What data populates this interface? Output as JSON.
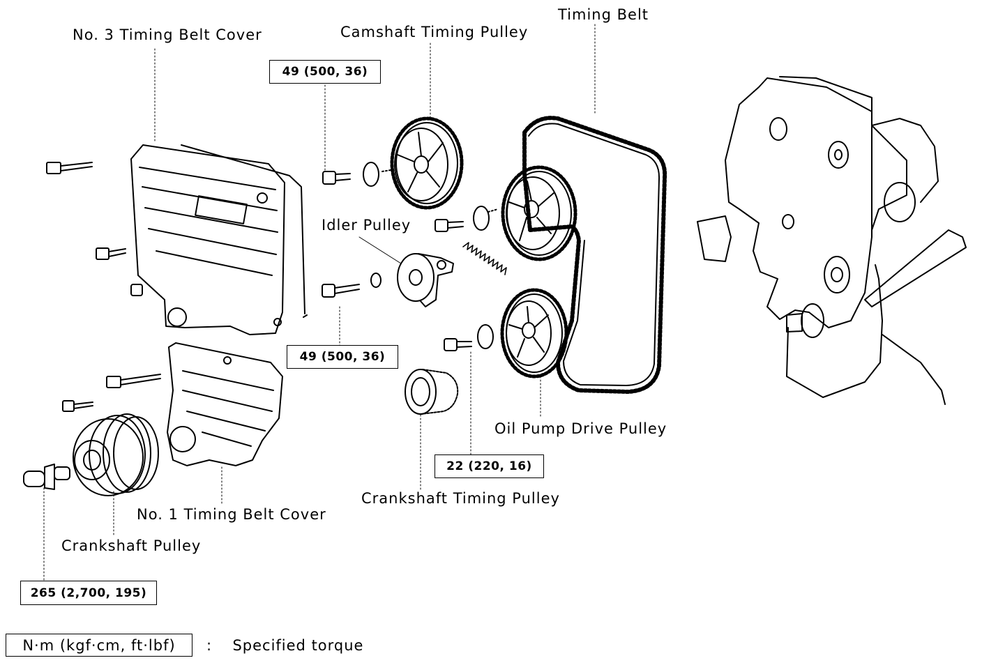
{
  "labels": {
    "no3_cover": "No. 3 Timing Belt Cover",
    "cam_pulley": "Camshaft Timing Pulley",
    "timing_belt": "Timing Belt",
    "idler_pulley": "Idler Pulley",
    "oil_pump_pulley": "Oil Pump Drive Pulley",
    "crank_timing_pulley": "Crankshaft Timing Pulley",
    "no1_cover": "No. 1 Timing Belt Cover",
    "crank_pulley": "Crankshaft Pulley"
  },
  "torques": {
    "cam_bolt": "49 (500, 36)",
    "idler_bolt": "49 (500, 36)",
    "oil_pump_bolt": "22 (220, 16)",
    "crank_bolt": "265 (2,700, 195)"
  },
  "legend": {
    "units": "N·m (kgf·cm, ft·lbf)",
    "separator": ":",
    "meaning": "Specified torque"
  }
}
